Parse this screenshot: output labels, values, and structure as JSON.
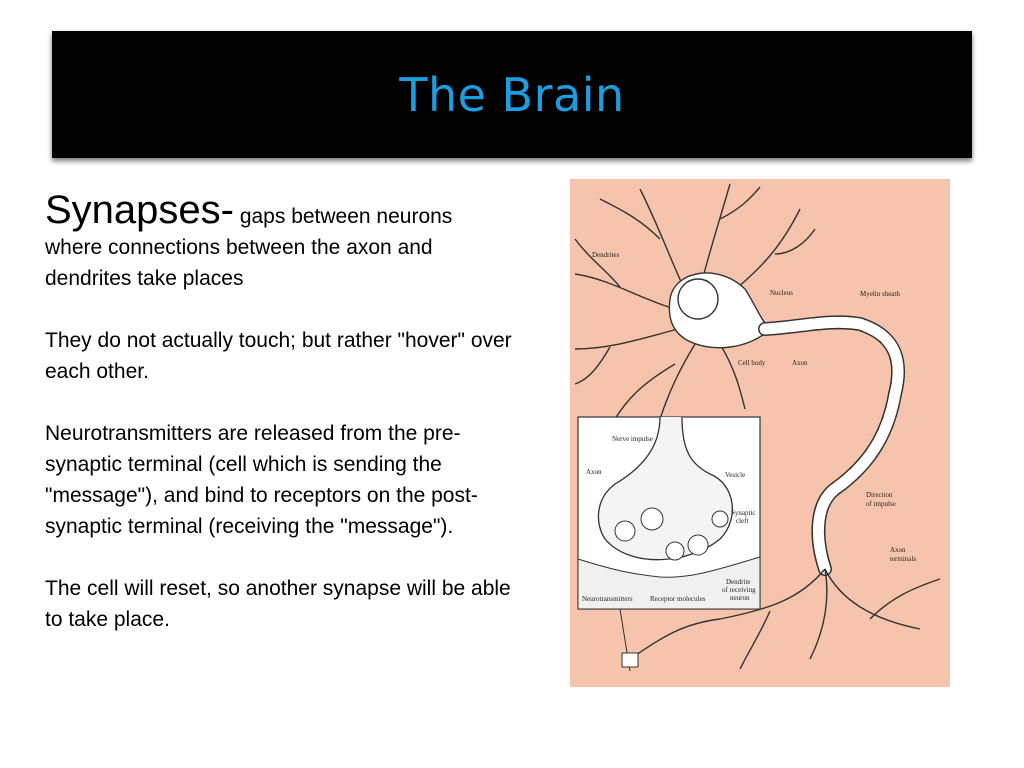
{
  "slide": {
    "title": "The Brain",
    "term": "Synapses-",
    "definition": " gaps between neurons where connections between the axon and dendrites take places",
    "p2": "They do not actually touch; but rather \"hover\" over each other.",
    "p3": "Neurotransmitters are released from the pre-synaptic terminal (cell which is sending the \"message\"), and bind to receptors on the post-synaptic terminal (receiving the \"message\").",
    "p4": "The cell will reset, so another synapse will be able to take place."
  },
  "diagram": {
    "labels": {
      "dendrites": "Dendrites",
      "nucleus": "Nucleus",
      "myelin": "Myelin sheath",
      "cell_body": "Cell body",
      "axon": "Axon",
      "direction1": "Direction",
      "direction2": "of impulse",
      "axon_terminals1": "Axon",
      "axon_terminals2": "terminals",
      "nerve_impulse": "Nerve impulse",
      "inset_axon": "Axon",
      "vesicle": "Vesicle",
      "synaptic1": "Synaptic",
      "synaptic2": "cleft",
      "dendrite_recv1": "Dendrite",
      "dendrite_recv2": "of receiving",
      "dendrite_recv3": "neuron",
      "neurotransmitters": "Neurotransmitters",
      "receptor_molecules": "Receptor molecules"
    },
    "colors": {
      "background": "#f6c4ac",
      "title_color": "#1a9ee0"
    }
  }
}
